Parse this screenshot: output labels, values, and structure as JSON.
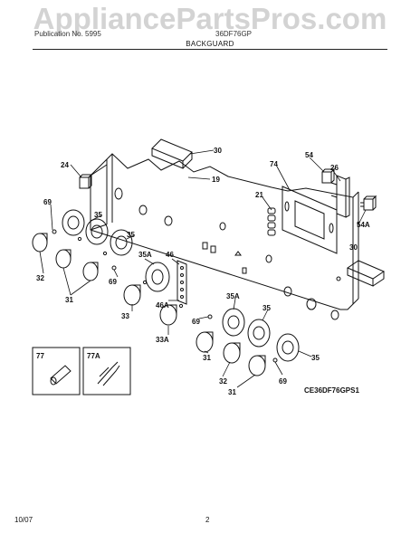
{
  "watermark": "AppliancePartsPros.com",
  "header": {
    "model_left": "Publication No. 5995",
    "model_right": "36DF76GP",
    "section_title": "BACKGUARD"
  },
  "diagram_code": "CE36DF76GPS1",
  "footer": {
    "date": "10/07",
    "page": "2"
  },
  "callouts": {
    "c30a": "30",
    "c24": "24",
    "c19": "19",
    "c74": "74",
    "c54": "54",
    "c26": "26",
    "c21": "21",
    "c69a": "69",
    "c35a": "35",
    "c35b": "35",
    "c54a": "54A",
    "c30b": "30",
    "c32a": "32",
    "c31a": "31",
    "c69b": "69",
    "c35c": "35A",
    "c46": "46",
    "c33": "33",
    "c46a": "46A",
    "c35d": "35A",
    "c69c": "69",
    "c35e": "35",
    "c33a": "33A",
    "c31b": "31",
    "c35f": "35",
    "c32b": "32",
    "c31c": "31",
    "c69d": "69",
    "c77": "77",
    "c77a": "77A"
  }
}
